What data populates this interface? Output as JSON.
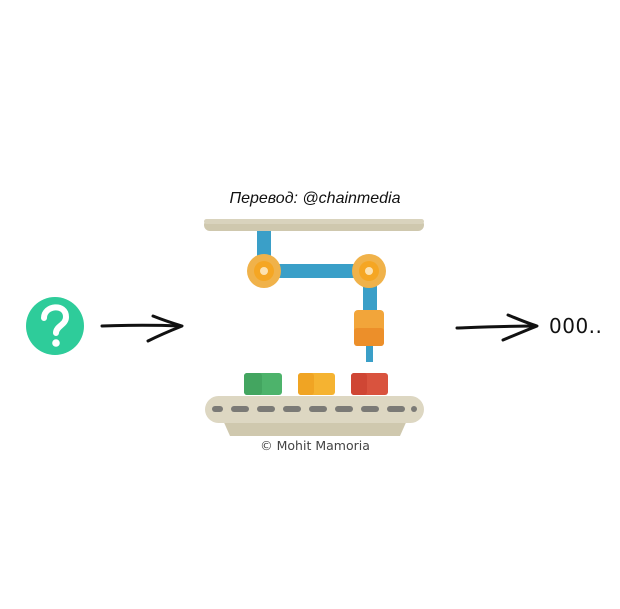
{
  "diagram": {
    "translation_note": "Перевод: @chainmedia",
    "output_label": "000..",
    "credit": "© Mohit Mamoria",
    "icons": {
      "input": "question-icon",
      "machine": "robot-arm-icon",
      "conveyor": "conveyor-belt-icon"
    },
    "colors": {
      "question": "#2ecc9a",
      "rail": "#cfc8ae",
      "arm": "#3a9fc8",
      "joint": "#f5a623",
      "joint_outer": "#f0b24a",
      "tool": "#f2a53a",
      "block_green": "#4db36b",
      "block_yellow": "#f5b331",
      "block_red": "#d9533e",
      "belt": "#ddd7c2",
      "belt_dash": "#7b7a76"
    }
  }
}
